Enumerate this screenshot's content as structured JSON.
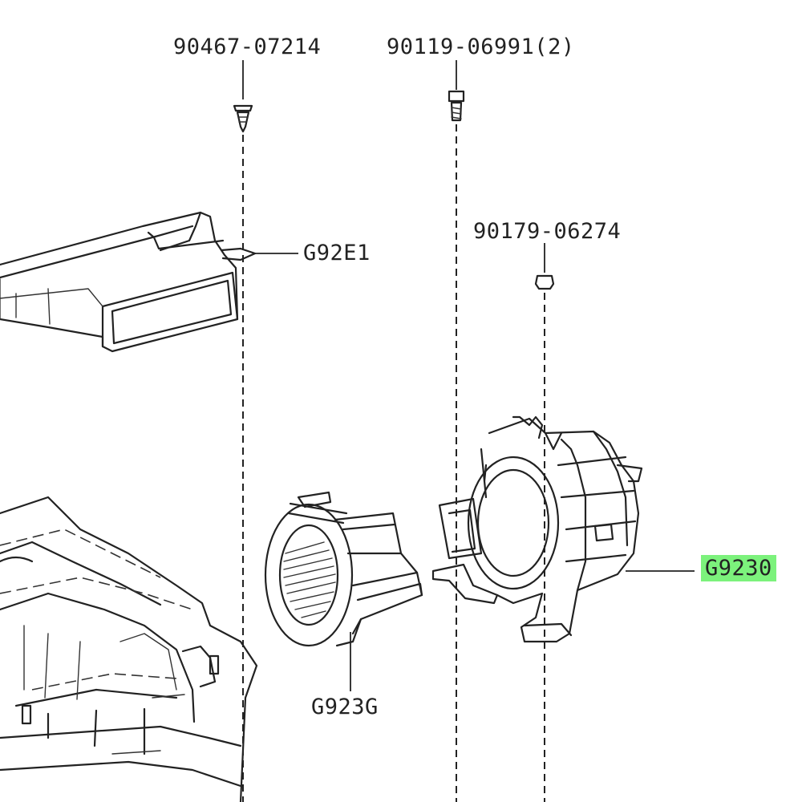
{
  "labels": {
    "bolt_left": "90467-07214",
    "screw_top": "90119-06991(2)",
    "nut_right": "90179-06274",
    "duct_upper": "G92E1",
    "adapter": "G923G",
    "blower_case": "G9230"
  },
  "colors": {
    "highlight": "#7cf27c",
    "ink": "#222222"
  },
  "icons": {
    "clip": "push-clip-icon",
    "screw": "screw-icon",
    "nut": "nut-icon"
  }
}
